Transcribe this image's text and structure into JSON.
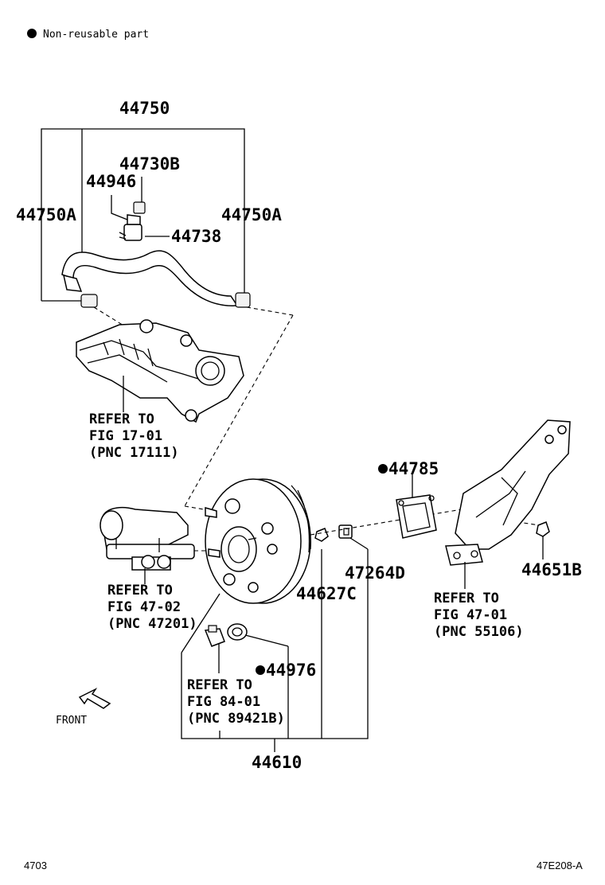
{
  "legend": {
    "text": "Non-reusable part",
    "marker_icon": "filled-circle-icon"
  },
  "labels": {
    "p44750": "44750",
    "p44730B": "44730B",
    "p44946": "44946",
    "p44750A_left": "44750A",
    "p44750A_right": "44750A",
    "p44738": "44738",
    "p44785": "44785",
    "p47264D": "47264D",
    "p44627C": "44627C",
    "p44651B": "44651B",
    "p44976": "44976",
    "p44610": "44610"
  },
  "refs": {
    "intake": {
      "l1": "REFER TO",
      "l2": "FIG 17-01",
      "l3": "(PNC 17111)"
    },
    "master_cyl": {
      "l1": "REFER TO",
      "l2": "FIG 47-02",
      "l3": "(PNC 47201)"
    },
    "bracket": {
      "l1": "REFER TO",
      "l2": "FIG 47-01",
      "l3": "(PNC 55106)"
    },
    "sensor": {
      "l1": "REFER TO",
      "l2": "FIG 84-01",
      "l3": "(PNC 89421B)"
    }
  },
  "front_label": "FRONT",
  "footer": {
    "left": "4703",
    "right": "47E208-A"
  }
}
